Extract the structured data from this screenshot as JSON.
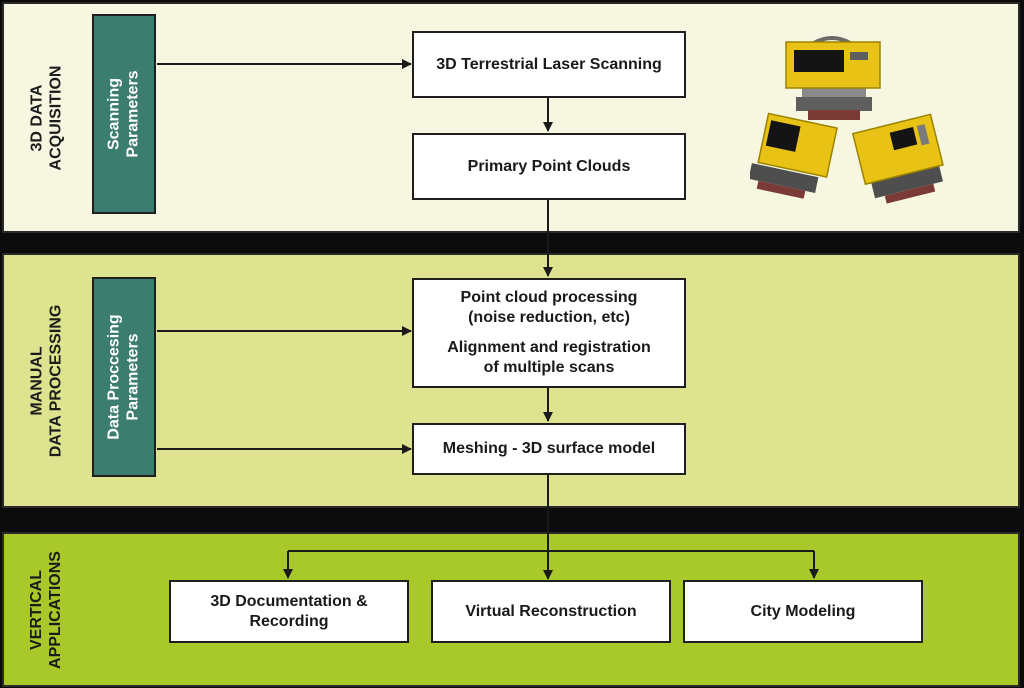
{
  "bands": {
    "acquisition": {
      "label": "3D DATA\nACQUISITION"
    },
    "processing": {
      "label": "MANUAL\nDATA PROCESSING"
    },
    "applications": {
      "label": "VERTICAL\nAPPLICATIONS"
    }
  },
  "parameters": {
    "scanning": "Scanning\nParameters",
    "data_processing": "Data Proccesing\nParameters"
  },
  "steps": {
    "laser_scanning": "3D Terrestrial Laser Scanning",
    "primary_point_clouds": "Primary Point Clouds",
    "point_cloud_processing_line1": "Point cloud processing",
    "point_cloud_processing_line2": "(noise reduction, etc)",
    "alignment_line1": "Alignment and registration",
    "alignment_line2": "of multiple scans",
    "meshing": "Meshing - 3D surface model"
  },
  "applications": {
    "documentation_line1": "3D Documentation &",
    "documentation_line2": "Recording",
    "virtual_reconstruction": "Virtual Reconstruction",
    "city_modeling": "City Modeling"
  },
  "colors": {
    "band_acquisition": "#f6f6e1",
    "band_processing": "#dde38e",
    "band_applications": "#a9c92a",
    "parameter_box": "#3b7d6e",
    "scanner_body": "#e8c214"
  },
  "image": {
    "name": "terrestrial-laser-scanners"
  }
}
